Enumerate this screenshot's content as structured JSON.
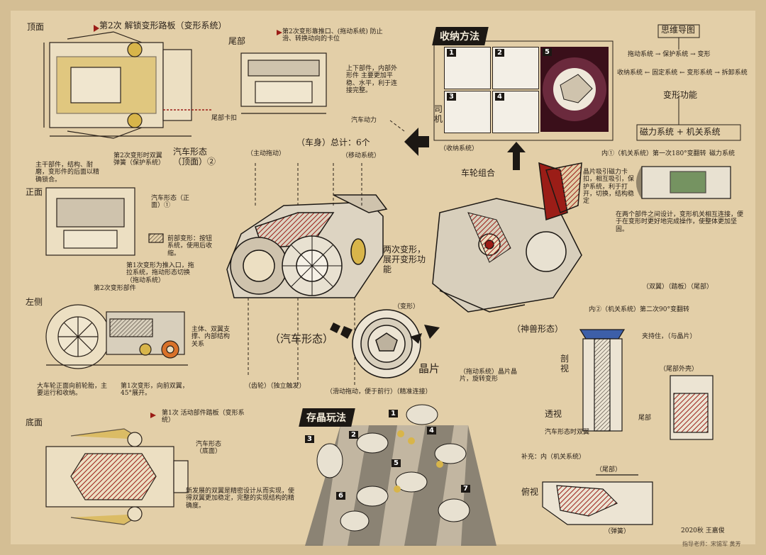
{
  "sheet": {
    "views": {
      "bottom": "顶面",
      "front": "正面",
      "left": "左侧",
      "base": "底面",
      "rear": "尾部"
    },
    "notes": {
      "second_transform": "第2次 解锁变形路板（变形系统）",
      "rear_note": "第2次变形靠推口、(拖动系统) 防止滑、转换动向的卡位",
      "rear_side": "上下部件，内部外形件 主要更加平稳、水平，利于连接完整。",
      "rear_fit": "汽车动力",
      "tail_lock": "尾部卡扣",
      "main_part": "主干部件，结构、耐磨，变形件的后面以精确锁合。",
      "car_form_note": "汽车形态（顶面）②",
      "side_note": "第2次变形时双翼弹簧（保护系统）",
      "front_note1": "汽车形态（正面）①",
      "front_note2": "前部变形：按钮系统，使用后收缩。",
      "front_note3": "第1次变形为推入口，拖拉系统，拖动形态切换（拖动系统）",
      "left_note1": "第2次变形部件",
      "left_note2": "主体、双翼支撑、内部结构关系",
      "left_note3": "大车轮正面向前轮胎，主要运行和收纳。",
      "left_note4": "第1次变形，向前双翼，45°展开。",
      "base_note1": "第1次 活动部件踏板（变形系统）",
      "base_note2": "汽车形态（底面）",
      "base_note3": "新发展的双翼是精密设计从而实现，使得双翼更加稳定，完整的实现结构的精确度。",
      "center_total": "（车身）总计：6个",
      "center_drive": "（主动拖动）",
      "center_move": "（移动系统）",
      "car_form": "（汽车形态）",
      "crystal": "晶片",
      "transform": "（变形）",
      "two_transforms": "两次变形，展开变形功能",
      "wheel_group": "车轮组合",
      "beast_form": "（神兽形态）",
      "lower_left": "（齿轮）（独立触发）",
      "drive_note": "（滑动拖动，便于前行）（精准连接）",
      "crystal_note": "（拖动系统）晶片晶片，旋转变形",
      "storage_banner": "收纳方法",
      "side_label": "司机",
      "lower_label": "（收纳系统）",
      "chip_banner": "存晶玩法",
      "flow_title": "思维导图",
      "flow_l1": "拖动系统 → 保护系统 → 变形",
      "flow_l2": "收纳系统 ← 固定系统 ← 变形系统 → 拆卸系统",
      "flow_l3": "变形功能",
      "flow_l4": "磁力系统 + 机关系统",
      "magnet_note": "内①（机关系统）第一次180°变翻转",
      "magnet_side": "磁力系统",
      "magnet_detail": "在两个部件之间设计，变形机关相互连接，便于在变形时更好地完成操作，使整体更加坚固。",
      "magnet_small": "晶片吸引磁力卡扣，相互吸引，保护系统，利于打开，切换，结构稳定",
      "icons_labels": "（双翼）（踏板）（尾部）",
      "inner_note": "内②（机关系统）第二次90°变翻转",
      "inner_side": "夹持住，（与晶片）",
      "inner_cut": "剖视",
      "inner_rear": "（尾部外壳）",
      "inner_persp": "透视",
      "inner_car": "汽车形态时双翼",
      "inner_tail": "尾部",
      "inner_supp": "补充：内（机关系统）",
      "bottom_view": "俯视",
      "tail_label": "（尾部）",
      "spring": "（弹簧）",
      "signature": "2020秋 王嘉俊",
      "advisor": "指导老师：宋锡军 黄芳"
    },
    "storage_steps": [
      "1",
      "2",
      "3",
      "4",
      "5"
    ],
    "chip_steps": [
      "1",
      "2",
      "3",
      "4",
      "5",
      "6",
      "7"
    ],
    "colors": {
      "paper": "#e3cfa8",
      "ink": "#2a2119",
      "red": "#9b1d17",
      "yellow": "#d8b54a",
      "green": "#4f7a3c"
    }
  }
}
